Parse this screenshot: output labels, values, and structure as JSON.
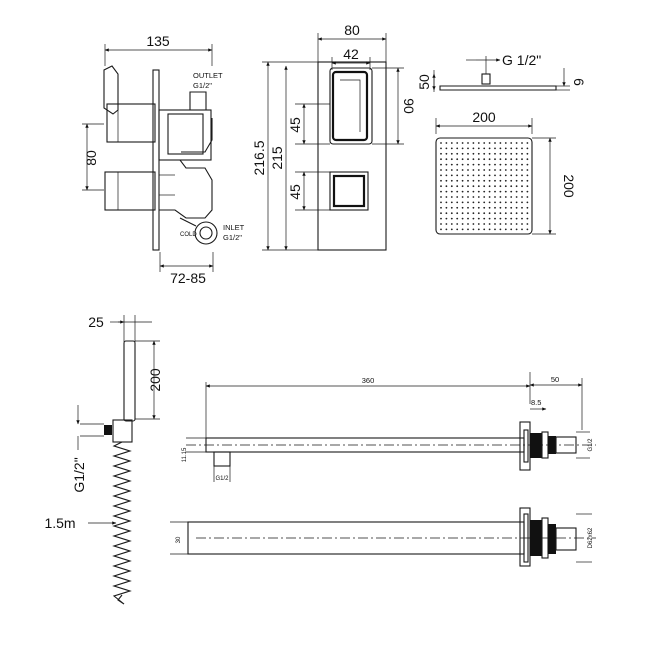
{
  "valve": {
    "dim_width": "135",
    "dim_height": "80",
    "dim_depth": "72-85",
    "outlet_line1": "OUTLET",
    "outlet_line2": "G1/2\"",
    "inlet_line1": "INLET",
    "inlet_line2": "G1/2\"",
    "cold_label": "COLD"
  },
  "faceplate": {
    "dim_width": "80",
    "dim_inner_width": "42",
    "dim_total_height": "216.5",
    "dim_height": "215",
    "dim_handle": "90",
    "dim_upper": "45",
    "dim_lower": "45"
  },
  "shower_head": {
    "dim_thread": "G 1/2\"",
    "dim_side": "50",
    "dim_thickness": "6",
    "dim_width": "200",
    "dim_depth": "200"
  },
  "handset": {
    "dim_width": "25",
    "dim_length": "200",
    "dim_connection": "G1/2\"",
    "dim_hose": "1.5m"
  },
  "arm": {
    "dim_length": "360",
    "dim_flange": "50",
    "dim_small": "8.5",
    "dim_dia_a": "11.15",
    "dim_inlet": "G1/2",
    "dim_outlet": "G1/2",
    "dim_tube": "30",
    "dim_plate": "D62x62"
  },
  "icons": [
    "dimension-arrow",
    "ceiling-shower-head",
    "wall-valve",
    "hand-shower",
    "shower-hose",
    "shower-arm"
  ]
}
